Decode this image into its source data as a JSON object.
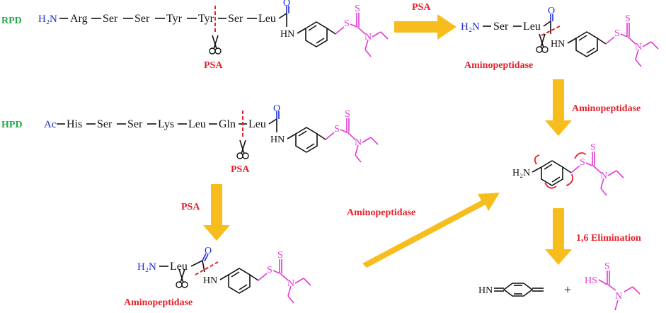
{
  "rpd": {
    "label": "RPD",
    "n_term": "H₂N",
    "sequence": [
      "Arg",
      "Ser",
      "Ser",
      "Tyr",
      "Tyr",
      "Ser",
      "Leu"
    ],
    "enzyme": "PSA"
  },
  "hpd": {
    "label": "HPD",
    "n_term": "Ac",
    "sequence": [
      "His",
      "Ser",
      "Ser",
      "Lys",
      "Leu",
      "Gln",
      "Leu"
    ],
    "enzyme": "PSA"
  },
  "linker": {
    "amide_n": "HN",
    "amide_o": "O",
    "thio_s": "S",
    "thione_s": "S",
    "dtc_n": "N"
  },
  "rpd_product": {
    "n_term": "H₂N",
    "sequence": [
      "Ser",
      "Leu"
    ],
    "enzyme": "Aminopeptidase"
  },
  "hpd_product": {
    "n_term": "H₂N",
    "sequence": [
      "Leu"
    ],
    "enzyme": "Aminopeptidase"
  },
  "amine": {
    "n_term": "H₂N"
  },
  "final": {
    "imine": "HN",
    "plus": "+",
    "hs": "HS"
  },
  "arrows": {
    "rpd_psa": "PSA",
    "hpd_psa": "PSA",
    "aminopeptidase_right": "Aminopeptidase",
    "aminopeptidase_diag": "Aminopeptidase",
    "elimination": "1,6 Elimination"
  },
  "colors": {
    "label_green": "#22a84a",
    "enzyme_red": "#e8202a",
    "terminus_blue": "#1f2fd6",
    "dtc_magenta": "#e23ad6",
    "arrow_yellow": "#f7bd1c"
  }
}
